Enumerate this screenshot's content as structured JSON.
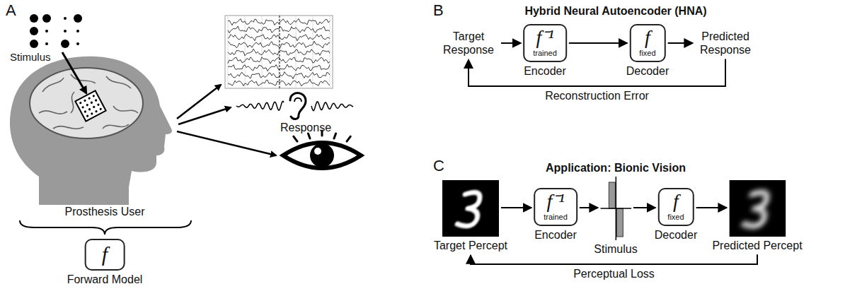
{
  "diagram": {
    "nodes": [
      {
        "text": [
          "f",
          "Forward Model"
        ]
      },
      {
        "text": [
          "Target Response"
        ]
      },
      {
        "text": [
          "f⁻¹",
          "trained",
          "Encoder"
        ]
      },
      {
        "text": [
          "f",
          "fixed",
          "Decoder"
        ]
      },
      {
        "text": [
          "Predicted Response"
        ]
      },
      {
        "text": [
          "Target Percept"
        ]
      },
      {
        "text": [
          "f⁻¹",
          "trained",
          "Encoder"
        ]
      },
      {
        "text": [
          "Stimulus"
        ]
      },
      {
        "text": [
          "f",
          "fixed",
          "Decoder"
        ]
      },
      {
        "text": [
          "Predicted Percept"
        ]
      }
    ],
    "edges": [
      {
        "from": 1,
        "to": 2,
        "arrow": "to"
      },
      {
        "from": 2,
        "to": 3,
        "arrow": "to"
      },
      {
        "from": 3,
        "to": 4,
        "arrow": "to"
      },
      {
        "from": 4,
        "to": 1,
        "label": "Reconstruction Error",
        "arrow": "to"
      },
      {
        "from": 5,
        "to": 6,
        "arrow": "to"
      },
      {
        "from": 6,
        "to": 7,
        "arrow": "to"
      },
      {
        "from": 7,
        "to": 8,
        "arrow": "to"
      },
      {
        "from": 8,
        "to": 9,
        "arrow": "to"
      },
      {
        "from": 9,
        "to": 5,
        "label": "Perceptual Loss",
        "arrow": "to"
      }
    ],
    "labels": [
      "A",
      "Stimulus",
      "Prosthesis User",
      "Response",
      "B",
      "Hybrid Neural Autoencoder (HNA)",
      "C",
      "Application: Bionic Vision"
    ]
  }
}
